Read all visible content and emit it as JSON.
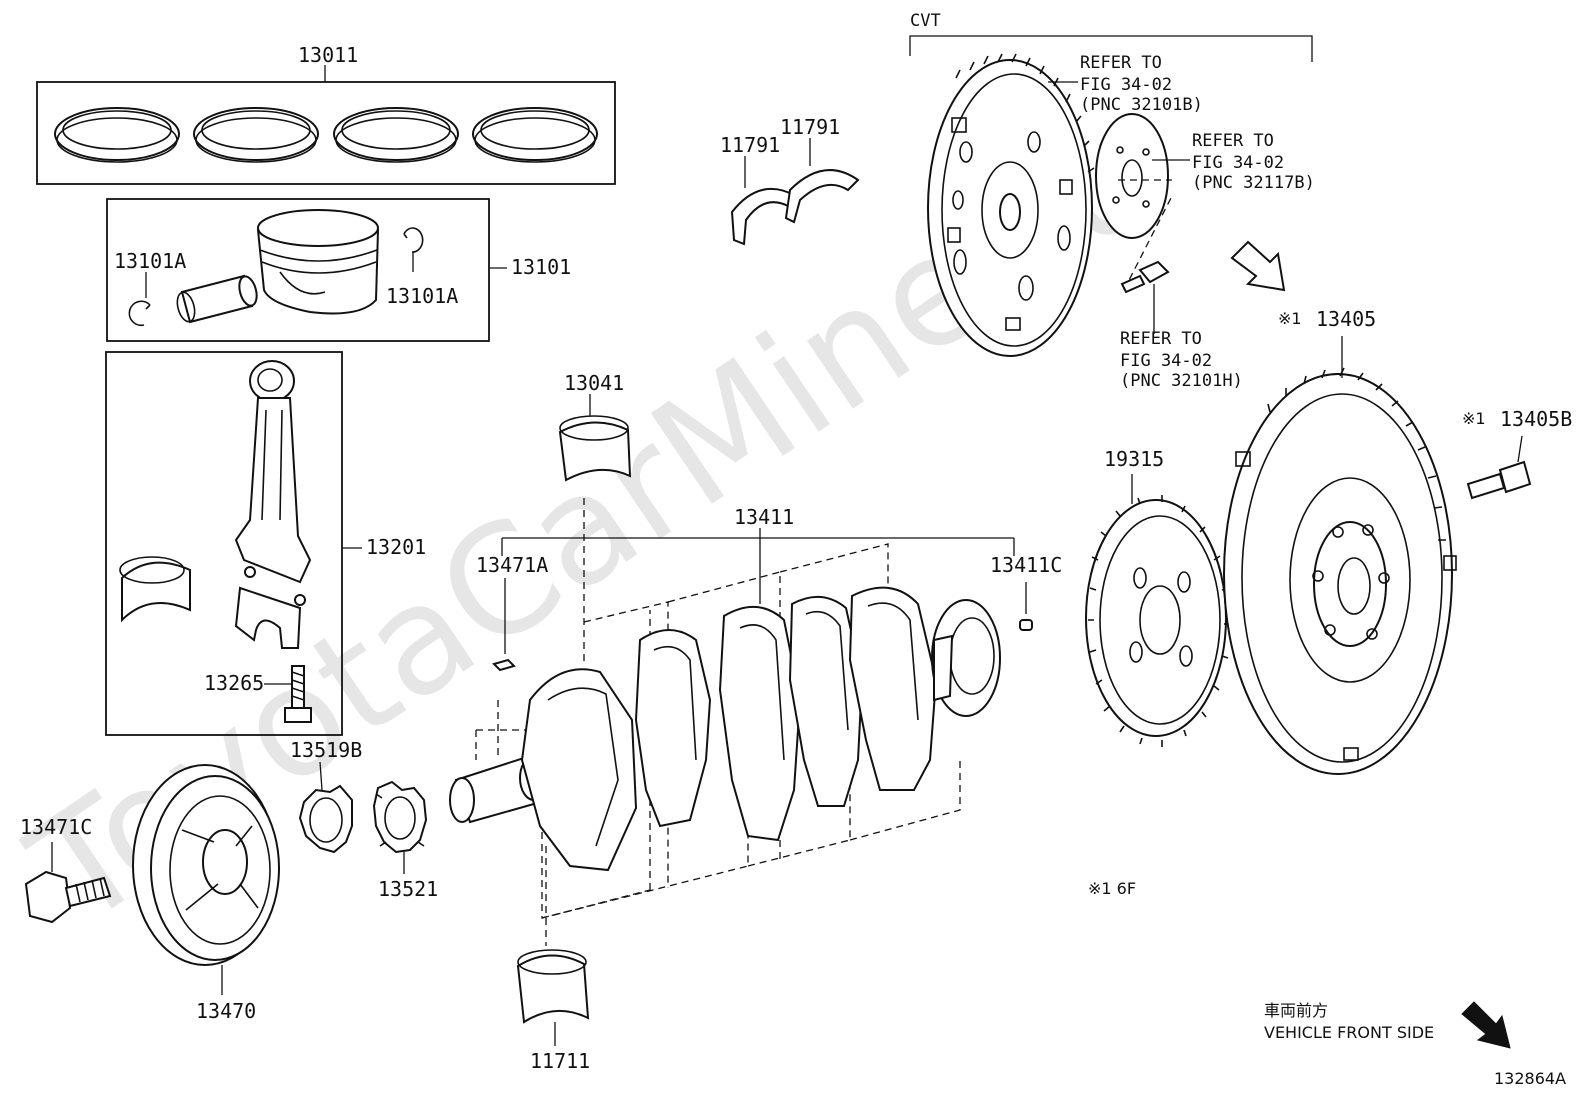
{
  "watermark": "ToyotaCarMine.ru",
  "figure_id": "132864A",
  "group_labels": {
    "cvt": "CVT",
    "note": "※1  6F",
    "front_jp": "車両前方",
    "front_en": "VEHICLE FRONT SIDE"
  },
  "refers": [
    {
      "l1": "REFER TO",
      "l2": "FIG 34-02",
      "l3": "(PNC 32101B)"
    },
    {
      "l1": "REFER TO",
      "l2": "FIG 34-02",
      "l3": "(PNC 32117B)"
    },
    {
      "l1": "REFER TO",
      "l2": "FIG 34-02",
      "l3": "(PNC 32101H)"
    }
  ],
  "parts": {
    "p13011": "13011",
    "p13101": "13101",
    "p13101A_left": "13101A",
    "p13101A_right": "13101A",
    "p13201": "13201",
    "p13265": "13265",
    "p13519B": "13519B",
    "p13521": "13521",
    "p13471C": "13471C",
    "p13470": "13470",
    "p11711": "11711",
    "p13041": "13041",
    "p13411": "13411",
    "p13471A": "13471A",
    "p13411C": "13411C",
    "p11791_a": "11791",
    "p11791_b": "11791",
    "p19315": "19315",
    "p13405": "13405",
    "p13405B": "13405B",
    "mark1_a": "※1",
    "mark1_b": "※1"
  }
}
